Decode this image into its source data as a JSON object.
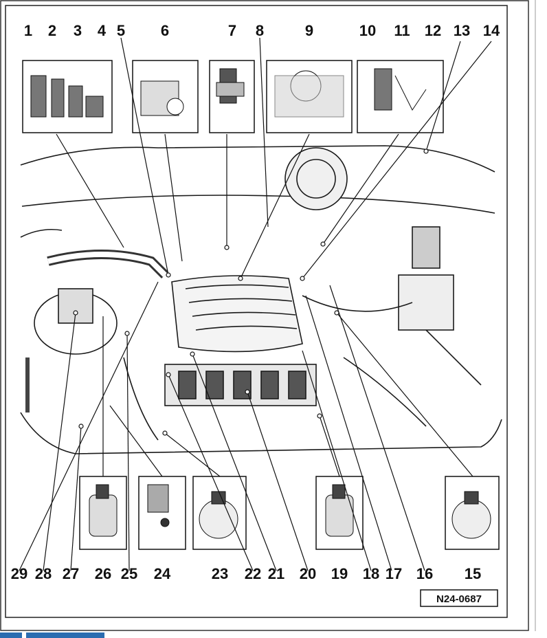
{
  "diagram": {
    "top_callouts": [
      "1",
      "2",
      "3",
      "4",
      "5",
      "6",
      "7",
      "8",
      "9",
      "10",
      "11",
      "12",
      "13",
      "14"
    ],
    "bottom_callouts": [
      "29",
      "28",
      "27",
      "26",
      "25",
      "24",
      "23",
      "22",
      "21",
      "20",
      "19",
      "18",
      "17",
      "16",
      "15"
    ],
    "diagram_id": "N24-0687"
  },
  "colors": {
    "background": "#ffffff",
    "ink": "#111111",
    "accent_bar": "#2b6cb0"
  }
}
